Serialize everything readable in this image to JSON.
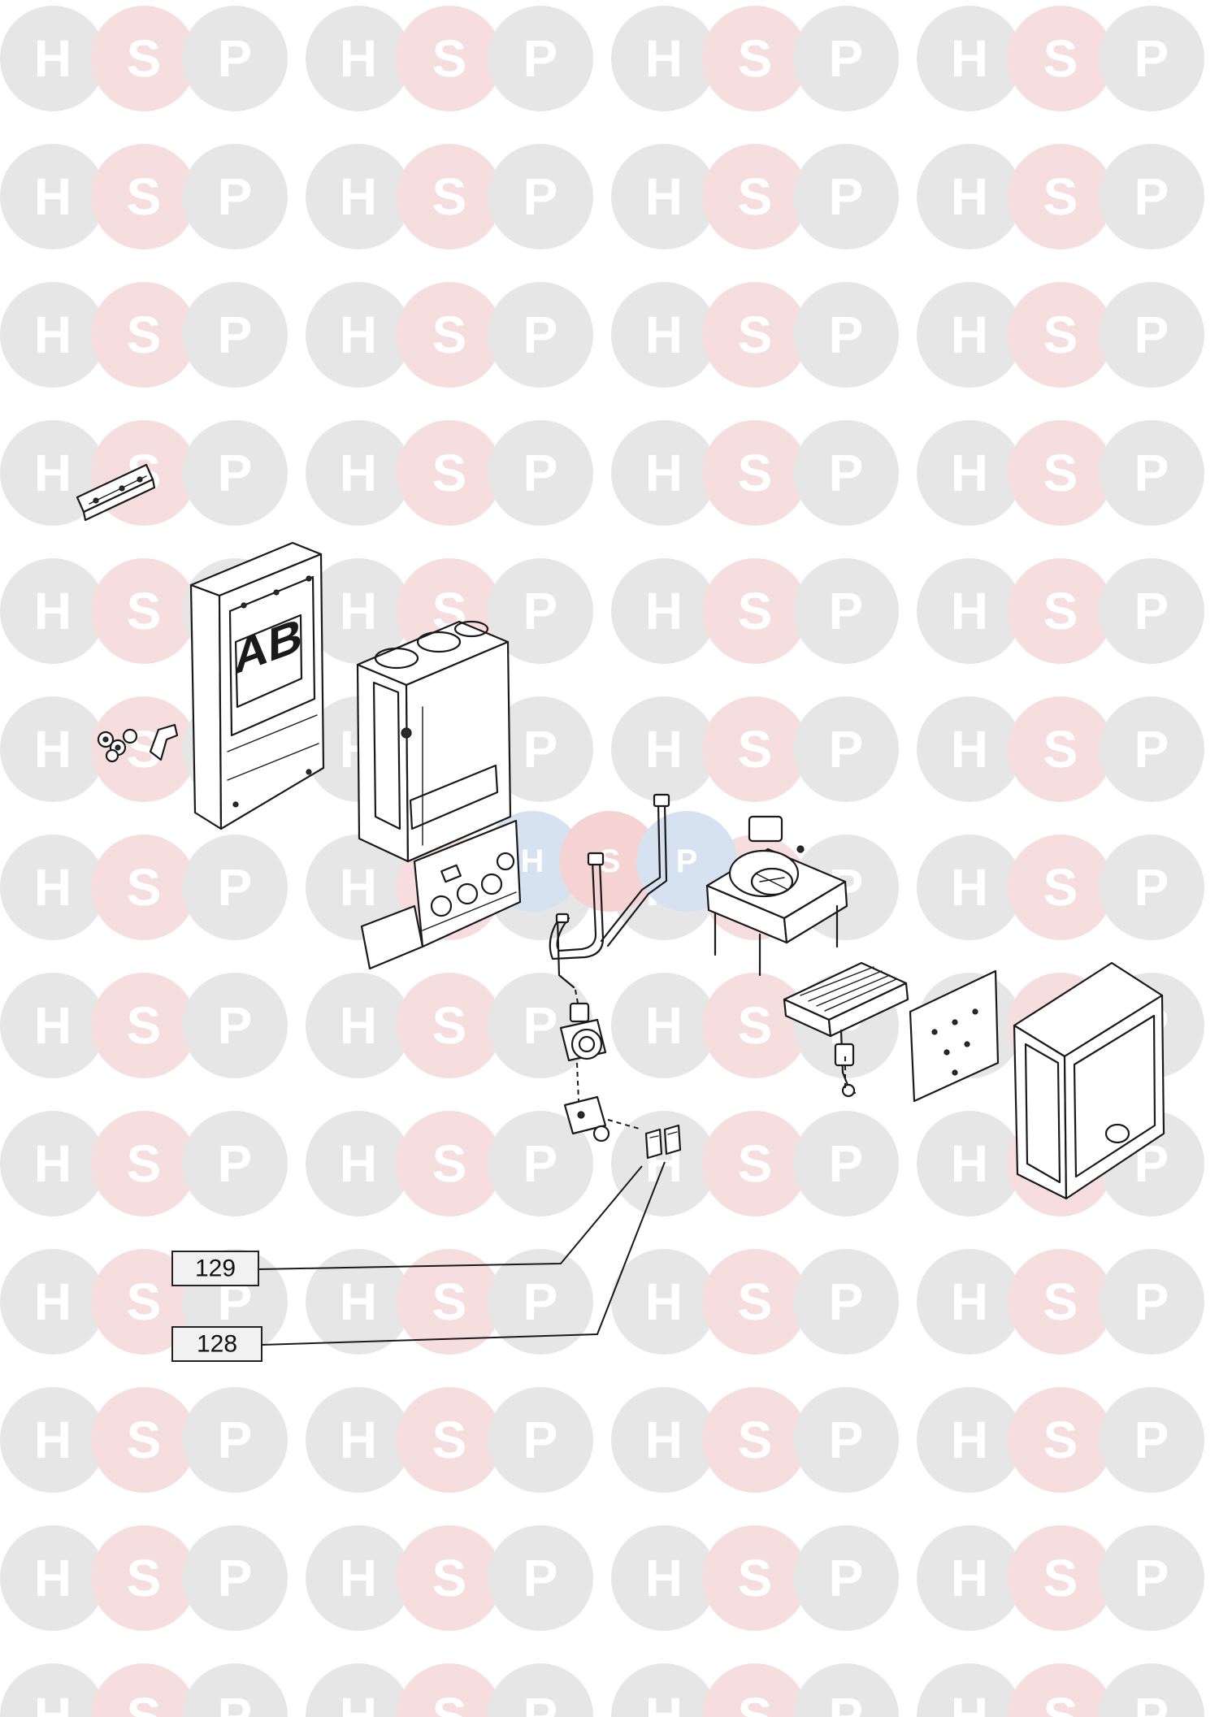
{
  "watermark": {
    "letters": [
      "H",
      "S",
      "P"
    ],
    "colors": {
      "H": "#e6e6e6",
      "S": "#f6dede",
      "P": "#e6e6e6"
    },
    "center_logo_colors": {
      "H": "#d6e2ef",
      "S": "#f5d3d3",
      "P": "#d6e2ef"
    }
  },
  "parts": [
    {
      "id": "part-129",
      "label": "129"
    },
    {
      "id": "part-128",
      "label": "128"
    }
  ]
}
